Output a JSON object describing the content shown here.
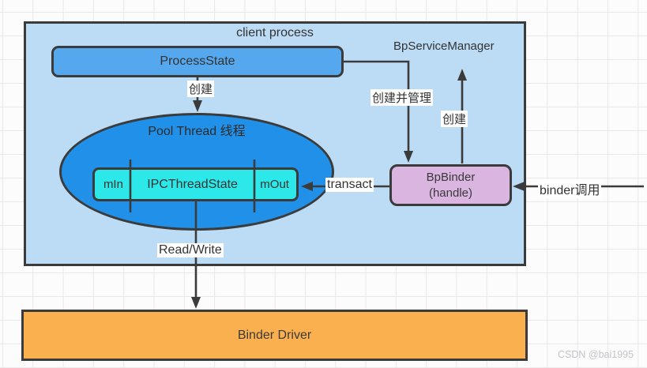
{
  "client_process": {
    "title": "client process",
    "process_state": "ProcessState",
    "pool_thread": "Pool Thread 线程",
    "ipc": {
      "m_in": "mIn",
      "core": "IPCThreadState",
      "m_out": "mOut"
    },
    "bp_service_manager": "BpServiceManager",
    "bp_binder": {
      "line1": "BpBinder",
      "line2": "(handle)"
    }
  },
  "edge_labels": {
    "create_from_process_state": "创建",
    "create_and_manage": "创建并管理",
    "create_bp_service_manager": "创建",
    "transact": "transact",
    "binder_call": "binder调用",
    "read_write": "Read/Write"
  },
  "binder_driver": "Binder Driver",
  "watermark": "CSDN @bai1995",
  "colors": {
    "client_process_fill": "#bcdcf5",
    "process_state_fill": "#55a7ee",
    "pool_thread_fill": "#2190e8",
    "ipc_fill": "#2ce8e8",
    "bp_binder_fill": "#d9b5e0",
    "binder_driver_fill": "#fbb04f",
    "line_and_border": "#3b3b3b",
    "grid_line": "#e9e9e9",
    "watermark_text": "#c3c3c9"
  }
}
